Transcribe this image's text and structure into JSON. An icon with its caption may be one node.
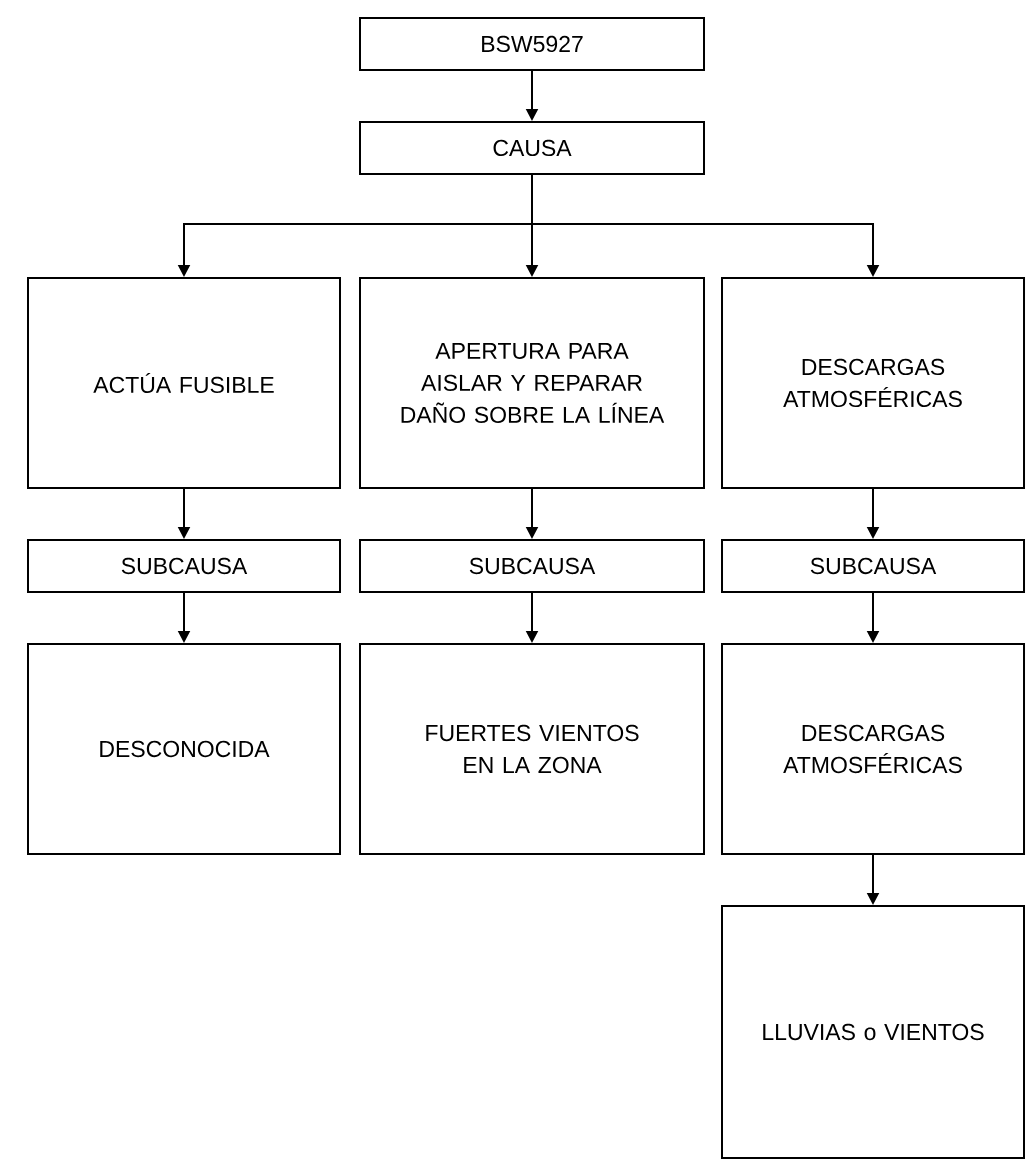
{
  "diagram": {
    "nodes": [
      {
        "text": [
          "BSW5927"
        ]
      },
      {
        "text": [
          "CAUSA"
        ]
      },
      {
        "text": [
          "ACTÚA FUSIBLE"
        ]
      },
      {
        "text": [
          "APERTURA PARA AISLAR Y REPARAR DAÑO SOBRE LA LÍNEA"
        ]
      },
      {
        "text": [
          "DESCARGAS ATMOSFÉRICAS"
        ]
      },
      {
        "text": [
          "SUBCAUSA"
        ]
      },
      {
        "text": [
          "SUBCAUSA"
        ]
      },
      {
        "text": [
          "SUBCAUSA"
        ]
      },
      {
        "text": [
          "DESCONOCIDA"
        ]
      },
      {
        "text": [
          "FUERTES VIENTOS EN LA ZONA"
        ]
      },
      {
        "text": [
          "DESCARGAS ATMOSFÉRICAS"
        ]
      },
      {
        "text": [
          "LLUVIAS o VIENTOS"
        ]
      }
    ],
    "edges": [
      {
        "from": 0,
        "to": 1,
        "arrow": "to"
      },
      {
        "from": 1,
        "to": 2,
        "arrow": "to"
      },
      {
        "from": 1,
        "to": 3,
        "arrow": "to"
      },
      {
        "from": 1,
        "to": 4,
        "arrow": "to"
      },
      {
        "from": 2,
        "to": 5,
        "arrow": "to"
      },
      {
        "from": 3,
        "to": 6,
        "arrow": "to"
      },
      {
        "from": 4,
        "to": 7,
        "arrow": "to"
      },
      {
        "from": 5,
        "to": 8,
        "arrow": "to"
      },
      {
        "from": 6,
        "to": 9,
        "arrow": "to"
      },
      {
        "from": 7,
        "to": 10,
        "arrow": "to"
      },
      {
        "from": 10,
        "to": 11,
        "arrow": "to"
      }
    ]
  }
}
